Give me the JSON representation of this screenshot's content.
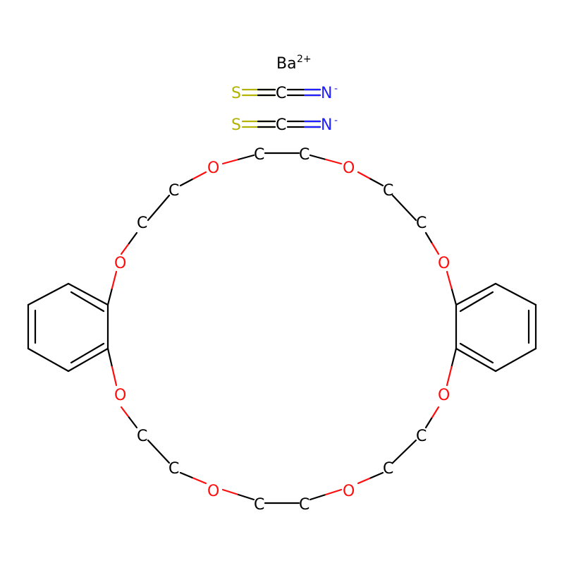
{
  "molecule": {
    "colors": {
      "C": "#000000",
      "O": "#ff0d0d",
      "N": "#1f1fff",
      "S": "#b2b200",
      "Ba": "#000000",
      "bond": "#000000"
    },
    "ion": {
      "symbol": "Ba",
      "charge": "2+"
    },
    "thiocyanate_1": {
      "S": "S",
      "C": "C",
      "N": "N",
      "charge": "-"
    },
    "thiocyanate_2": {
      "S": "S",
      "C": "C",
      "N": "N",
      "charge": "-"
    },
    "ring_atoms": [
      "C",
      "C",
      "O",
      "C",
      "C",
      "O",
      "O",
      "C",
      "C",
      "O",
      "O",
      "C",
      "C",
      "O",
      "C",
      "C",
      "O",
      "C",
      "C",
      "O"
    ]
  }
}
